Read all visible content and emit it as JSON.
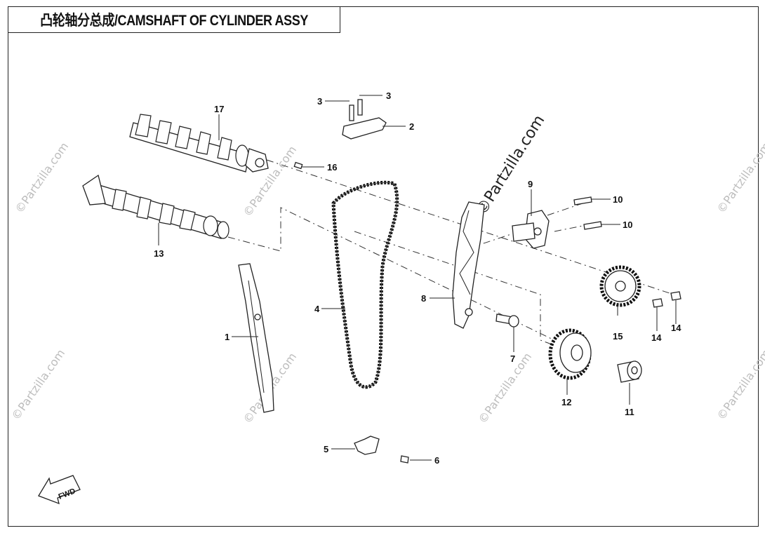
{
  "title": "凸轮轴分总成/CAMSHAFT OF CYLINDER ASSY",
  "watermark": "©Partzilla.com",
  "fwd_label": "FWD",
  "callouts": {
    "c1": "1",
    "c2": "2",
    "c3a": "3",
    "c3b": "3",
    "c4": "4",
    "c5": "5",
    "c6": "6",
    "c7": "7",
    "c8": "8",
    "c9": "9",
    "c10a": "10",
    "c10b": "10",
    "c11": "11",
    "c12": "12",
    "c13": "13",
    "c14a": "14",
    "c14b": "14",
    "c15": "15",
    "c16": "16",
    "c17": "17"
  }
}
